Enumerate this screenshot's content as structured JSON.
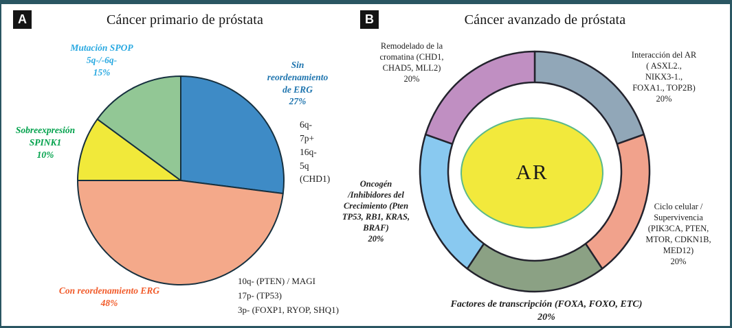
{
  "figure": {
    "frame_color": "#2a5662",
    "panels": {
      "a": {
        "badge": "A",
        "title": "Cáncer primario de próstata",
        "labels": {
          "spop": "Mutación SPOP\n5q-/-6q-\n15%",
          "sin_erg": "Sin\nreordenamiento\nde ERG\n27%",
          "genes_right": "6q-\n7p+\n16q-\n5q\n(CHD1)",
          "spink1": "Sobreexpresión\nSPINK1\n10%",
          "con_erg": "Con reordenamiento ERG\n48%",
          "genes_bottom": "10q- (PTEN) / MAGI\n17p- (TP53)\n3p- (FOXP1, RYOP, SHQ1)"
        },
        "label_colors": {
          "spop": "#2aa9e1",
          "sin_erg": "#1e74ae",
          "spink1": "#00a14b",
          "con_erg": "#f15a29",
          "genes": "#1d1d1d"
        }
      },
      "b": {
        "badge": "B",
        "title": "Cáncer avanzado de próstata",
        "center_label": "AR",
        "labels": {
          "remodelado": "Remodelado de la\ncromatina (CHD1,\nCHAD5, MLL2)\n20%",
          "interaccion": "Interacción del AR\n( ASXL2.,\nNIKX3-1.,\nFOXA1., TOP2B)\n20%",
          "ciclo": "Ciclo celular /\nSupervivencia\n(PIK3CA, PTEN,\nMTOR, CDKN1B,\nMED12)\n20%",
          "oncogen": "Oncogén\n/Inhibidores del\nCrecimiento (Pten\nTP53, RB1, KRAS,\nBRAF)\n20%",
          "factores": "Factores de transcripción (FOXA, FOXO, ETC)\n20%"
        }
      }
    }
  },
  "chart_data": [
    {
      "type": "pie",
      "title": "Cáncer primario de próstata",
      "categories": [
        "Sin reordenamiento de ERG",
        "Con reordenamiento ERG",
        "Sobreexpresión SPINK1",
        "Mutación SPOP 5q-/-6q-"
      ],
      "values": [
        27,
        48,
        10,
        15
      ],
      "colors": [
        "#3e8bc6",
        "#f4a98a",
        "#f1e93a",
        "#92c795"
      ],
      "start_angle_deg": 90,
      "direction": "clockwise",
      "stroke_color": "#16303f",
      "annotations": [
        "6q- 7p+ 16q- 5q (CHD1)",
        "10q- (PTEN) / MAGI",
        "17p- (TP53)",
        "3p- (FOXP1, RYOP, SHQ1)"
      ]
    },
    {
      "type": "donut",
      "title": "Cáncer avanzado de próstata",
      "center_label": "AR",
      "center_fill": "#f2e93c",
      "center_stroke": "#5cb98a",
      "categories": [
        "Interacción del AR ( ASXL2., NIKX3-1., FOXA1., TOP2B)",
        "Ciclo celular / Supervivencia (PIK3CA, PTEN, MTOR, CDKN1B, MED12)",
        "Factores de transcripción (FOXA, FOXO, ETC)",
        "Oncogén /Inhibidores del Crecimiento (Pten TP53, RB1, KRAS, BRAF)",
        "Remodelado de la cromatina (CHD1, CHAD5, MLL2)"
      ],
      "values": [
        20,
        20,
        20,
        20,
        20
      ],
      "colors": [
        "#91a7b8",
        "#f1a28c",
        "#8ba184",
        "#89c9f0",
        "#c08fc2"
      ],
      "start_angle_deg": 90,
      "direction": "clockwise",
      "stroke_color": "#23232d"
    }
  ]
}
